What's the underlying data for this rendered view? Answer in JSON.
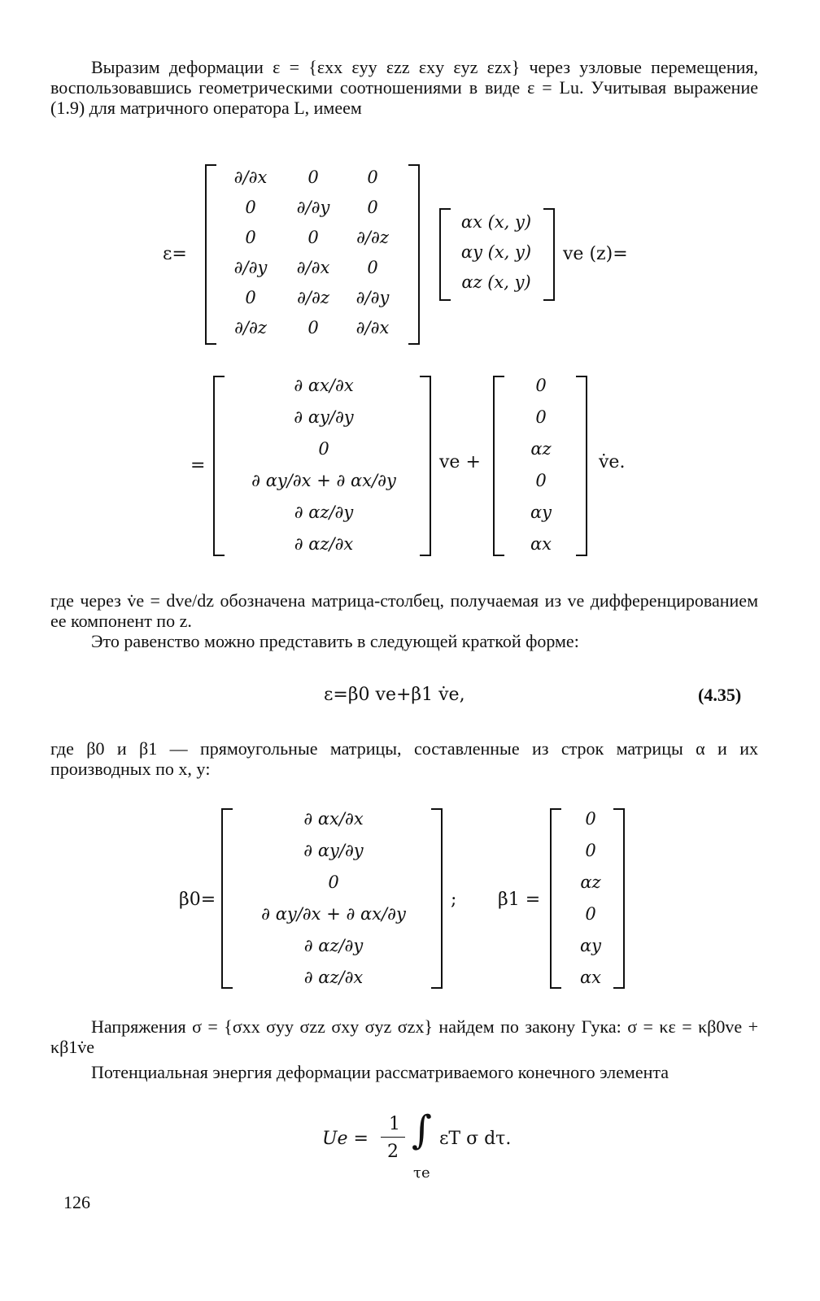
{
  "paragraphs": {
    "p1": "Выразим деформации ε = {εxx εyy εzz εxy εyz εzx} через узловые перемещения, воспользовавшись геометрическими соотношениями в виде ε = Lu. Учитывая выражение (1.9) для матричного оператора L, имеем",
    "p2": "где через v̇e = dve/dz обозначена матрица-столбец, получаемая из ve дифференцированием ее компонент по z.",
    "p3": "Это равенство можно представить в следующей краткой форме:",
    "p4": "где β0 и β1 — прямоугольные матрицы, составленные из строк матрицы α и их производных по x, y:",
    "p5": "Напряжения σ = {σxx σyy σzz σxy σyz σzx} найдем по закону Гука: σ = κε = κβ0ve + κβ1v̇e",
    "p6": "Потенциальная энергия деформации рассматриваемого конечного элемента"
  },
  "eq1": {
    "lhs": "ε=",
    "L_col1": [
      "∂/∂x",
      "0",
      "0",
      "∂/∂y",
      "0",
      "∂/∂z"
    ],
    "L_col2": [
      "0",
      "∂/∂y",
      "0",
      "∂/∂x",
      "∂/∂z",
      "0"
    ],
    "L_col3": [
      "0",
      "0",
      "∂/∂z",
      "0",
      "∂/∂y",
      "∂/∂x"
    ],
    "alpha": [
      "αx (x, y)",
      "αy (x, y)",
      "αz (x, y)"
    ],
    "tail": "ve (z)="
  },
  "eq2": {
    "lhs": "=",
    "col_a": [
      "∂ αx/∂x",
      "∂ αy/∂y",
      "0",
      "∂ αy/∂x + ∂ αx/∂y",
      "∂ αz/∂y",
      "∂ αz/∂x"
    ],
    "mid": "ve +",
    "col_b": [
      "0",
      "0",
      "αz",
      "0",
      "αy",
      "αx"
    ],
    "tail": "v̇e."
  },
  "eq435": {
    "formula": "ε=β0 ve+β1 v̇e,",
    "number": "(4.35)"
  },
  "eq3": {
    "b0_label": "β0=",
    "col_a": [
      "∂ αx/∂x",
      "∂ αy/∂y",
      "0",
      "∂ αy/∂x + ∂ αx/∂y",
      "∂ αz/∂y",
      "∂ αz/∂x"
    ],
    "sep": ";",
    "b1_label": "β1 =",
    "col_b": [
      "0",
      "0",
      "αz",
      "0",
      "αy",
      "αx"
    ]
  },
  "energy": {
    "lhs": "Ue =",
    "num": "1",
    "den": "2",
    "integral": "∫",
    "integrand": "εT σ dτ.",
    "domain": "τe"
  },
  "page_number": "126"
}
